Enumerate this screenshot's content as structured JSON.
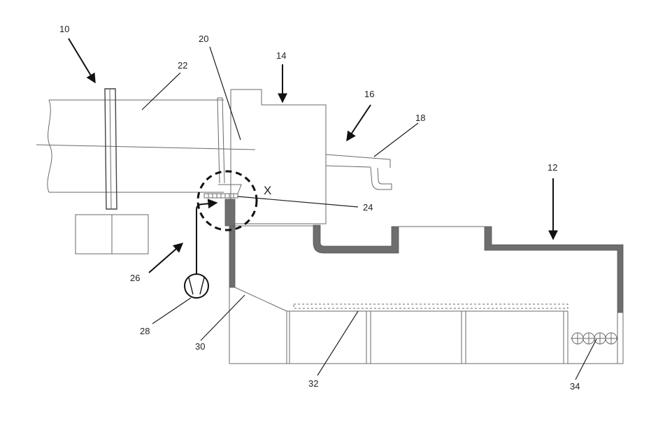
{
  "labels": {
    "l10": "10",
    "l12": "12",
    "l14": "14",
    "l16": "16",
    "l18": "18",
    "l20": "20",
    "l22": "22",
    "l24": "24",
    "l26": "26",
    "l28": "28",
    "l30": "30",
    "l32": "32",
    "l34": "34",
    "detail": "X"
  },
  "colors": {
    "line": "#6a6a6a",
    "wall_fill": "#6e6e6e",
    "arrow": "#111111",
    "detail_circle": "#111111"
  }
}
